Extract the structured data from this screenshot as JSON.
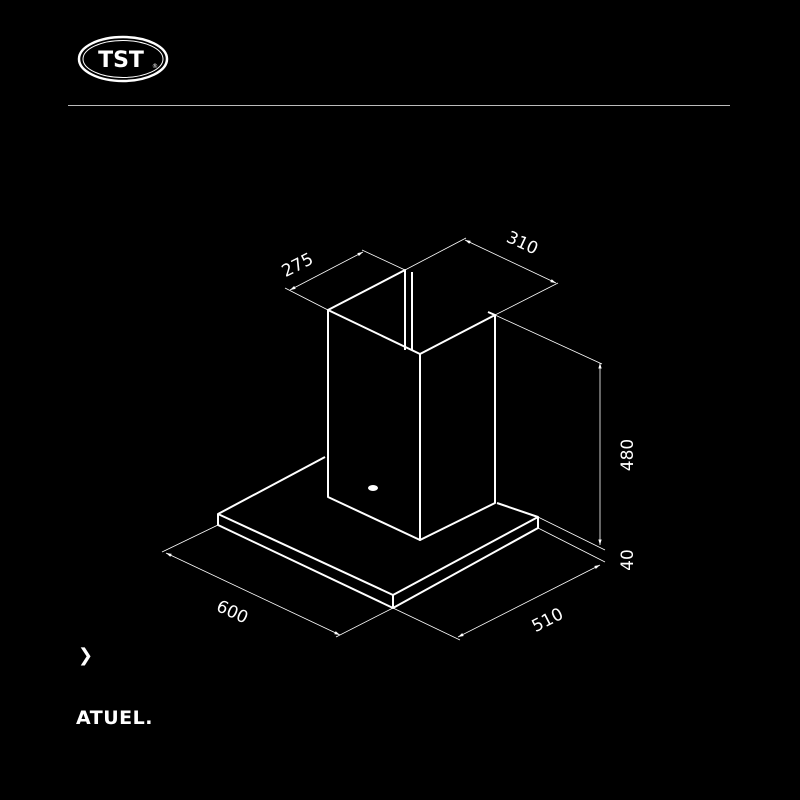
{
  "brand": {
    "logo_text": "TST",
    "registered_mark": "®"
  },
  "product": {
    "name": "ATUEL.",
    "arrow_icon": "chevron-right-icon"
  },
  "dimensions": {
    "chimney_depth": "275",
    "chimney_width": "310",
    "chimney_height": "480",
    "canopy_thickness": "40",
    "canopy_width": "600",
    "canopy_depth": "510"
  },
  "colors": {
    "background": "#000000",
    "line": "#ffffff"
  }
}
